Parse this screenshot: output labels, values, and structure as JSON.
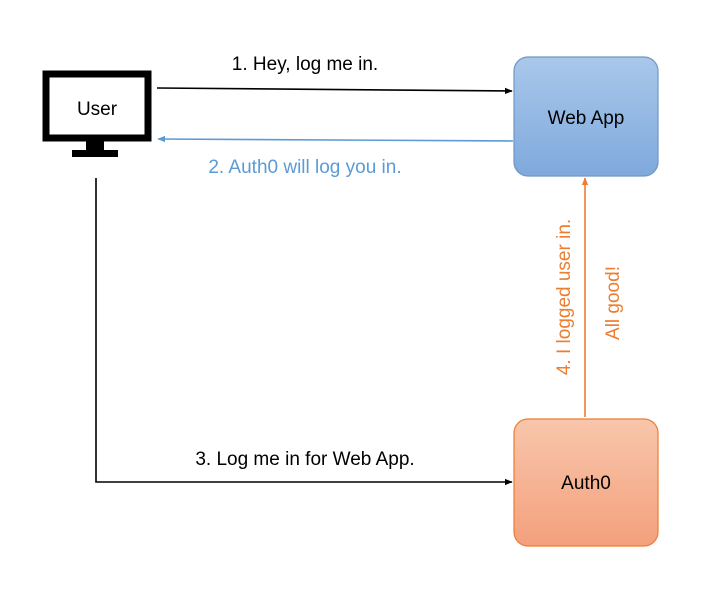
{
  "nodes": {
    "user": {
      "label": "User"
    },
    "web_app": {
      "label": "Web App"
    },
    "auth0": {
      "label": "Auth0"
    }
  },
  "edges": {
    "step1": {
      "label": "1. Hey, log me in."
    },
    "step2": {
      "label": "2. Auth0 will log you in."
    },
    "step3": {
      "label": "3. Log me in for Web App."
    },
    "step4": {
      "label": "4. I logged user in.",
      "sublabel": "All good!"
    }
  },
  "colors": {
    "black_arrow": "#000000",
    "blue_arrow": "#5B9BD5",
    "orange_arrow": "#ED7D31",
    "web_app_fill_top": "#A9C8EA",
    "web_app_fill_bottom": "#7FA9DC",
    "web_app_stroke": "#6F97C6",
    "auth0_fill_top": "#F8C2A6",
    "auth0_fill_bottom": "#F4A07C",
    "auth0_stroke": "#ED7D31"
  }
}
